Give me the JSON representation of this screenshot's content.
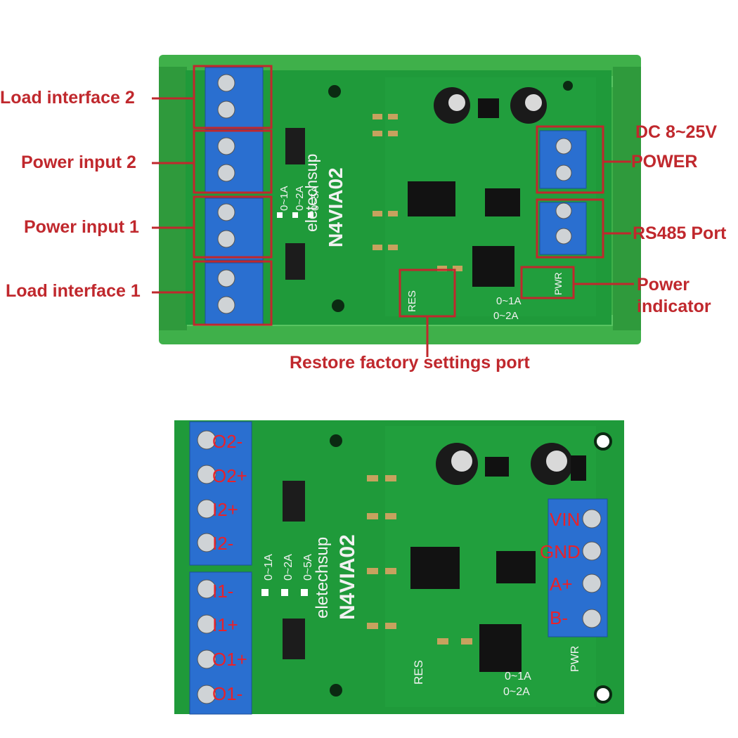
{
  "top_board": {
    "callouts": {
      "load_interface_2": "Load interface 2",
      "power_input_2": "Power input 2",
      "power_input_1": "Power input 1",
      "load_interface_1": "Load interface 1",
      "dc_range": "DC 8~25V",
      "power": "POWER",
      "rs485": "RS485 Port",
      "power_indicator_line1": "Power",
      "power_indicator_line2": "indicator",
      "restore": "Restore factory settings port"
    },
    "silkscreen": {
      "brand": "eletechsup",
      "model": "N4VIA02",
      "range_1a": "0~1A",
      "range_2a": "0~2A",
      "range_5a": "0~5A",
      "res": "RES",
      "pwr": "PWR",
      "jumper_1a": "0~1A",
      "jumper_2a": "0~2A"
    }
  },
  "bottom_board": {
    "terminal_labels_left": [
      "O2-",
      "O2+",
      "I2+",
      "I2-",
      "I1-",
      "I1+",
      "O1+",
      "O1-"
    ],
    "terminal_labels_right": [
      "VIN",
      "GND",
      "A+",
      "B-"
    ],
    "silkscreen": {
      "brand": "eletechsup",
      "model": "N4VIA02",
      "range_1a": "0~1A",
      "range_2a": "0~2A",
      "range_5a": "0~5A",
      "res": "RES",
      "pwr": "PWR",
      "jumper_1a": "0~1A",
      "jumper_2a": "0~2A"
    }
  },
  "colors": {
    "pcb_green": "#1f9a3a",
    "case_green": "#3fb04a",
    "terminal_blue": "#2a6fd0",
    "annotation_red": "#c0282d",
    "pin_label_red": "#e8222a"
  }
}
